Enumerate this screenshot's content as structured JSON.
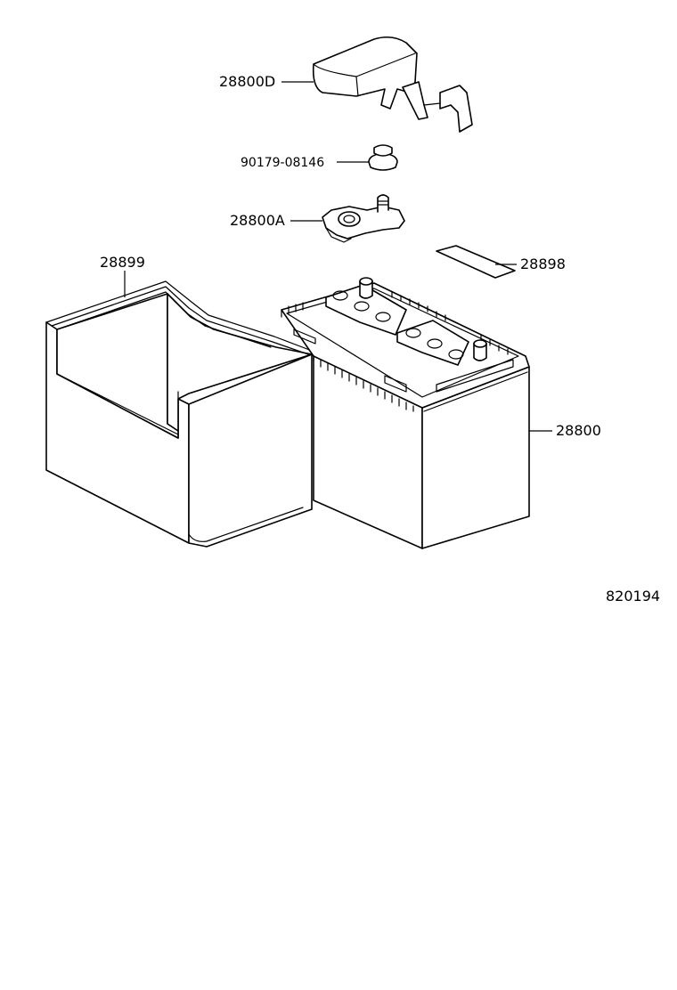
{
  "callouts": {
    "terminal_cover": "28800D",
    "nut": "90179-08146",
    "terminal_clamp": "28800A",
    "battery_tray": "28899",
    "label_plate": "28898",
    "battery": "28800"
  },
  "illustration_number": "820194"
}
